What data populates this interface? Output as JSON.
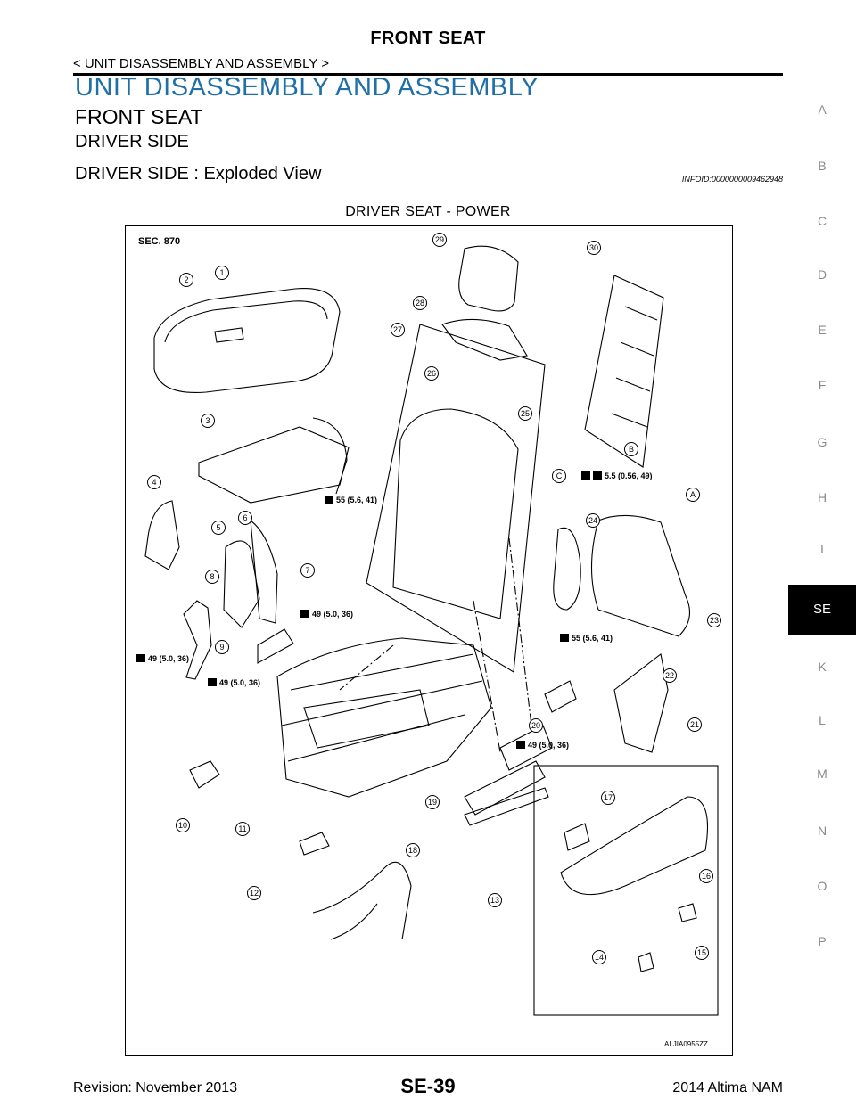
{
  "header": {
    "title": "FRONT SEAT",
    "subtitle": "< UNIT DISASSEMBLY AND ASSEMBLY >"
  },
  "section": {
    "h1": "UNIT DISASSEMBLY AND ASSEMBLY",
    "h2": "FRONT SEAT",
    "h3": "DRIVER SIDE",
    "h4": "DRIVER SIDE : Exploded View",
    "info_id": "INFOID:0000000009462948"
  },
  "figure": {
    "title": "DRIVER SEAT - POWER",
    "sec_label": "SEC. 870",
    "figure_code": "ALJIA0955ZZ",
    "letters": [
      "A",
      "B",
      "C"
    ],
    "torques": {
      "t_top_right": "5.5 (0.56, 49)",
      "t_55_left": "55 (5.6, 41)",
      "t_55_right": "55 (5.6, 41)",
      "t_49_center": "49 (5.0, 36)",
      "t_49_left": "49 (5.0, 36)",
      "t_49_lower": "49 (5.0, 36)",
      "t_49_bottom_right": "49 (5.0, 36)"
    }
  },
  "side_tabs": [
    "A",
    "B",
    "C",
    "D",
    "E",
    "F",
    "G",
    "H",
    "I",
    "SE",
    "K",
    "L",
    "M",
    "N",
    "O",
    "P"
  ],
  "active_tab": "SE",
  "footer": {
    "revision": "Revision: November 2013",
    "page": "SE-39",
    "model": "2014 Altima NAM"
  }
}
